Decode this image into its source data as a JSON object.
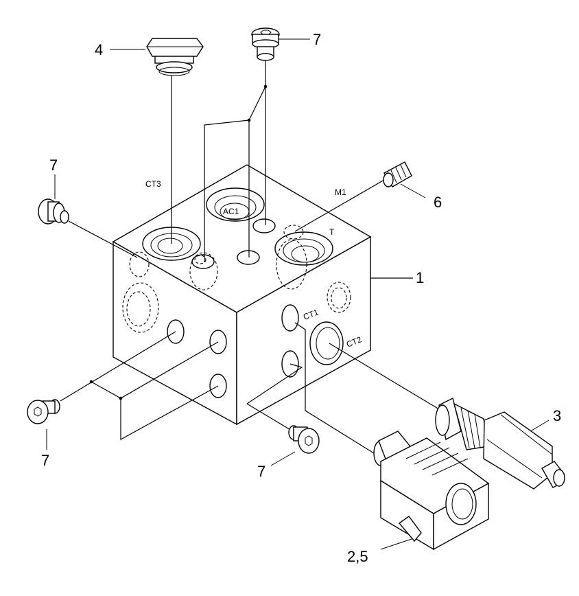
{
  "callouts": {
    "c1": "1",
    "c25": "2,5",
    "c3": "3",
    "c4": "4",
    "c6": "6",
    "c7_top": "7",
    "c7_left": "7",
    "c7_bottom_left": "7",
    "c7_bottom_mid": "7"
  },
  "ports": {
    "ct3": "CT3",
    "ac1": "AC1",
    "m1": "M1",
    "t": "T",
    "ct1": "CT1",
    "ct2": "CT2"
  }
}
